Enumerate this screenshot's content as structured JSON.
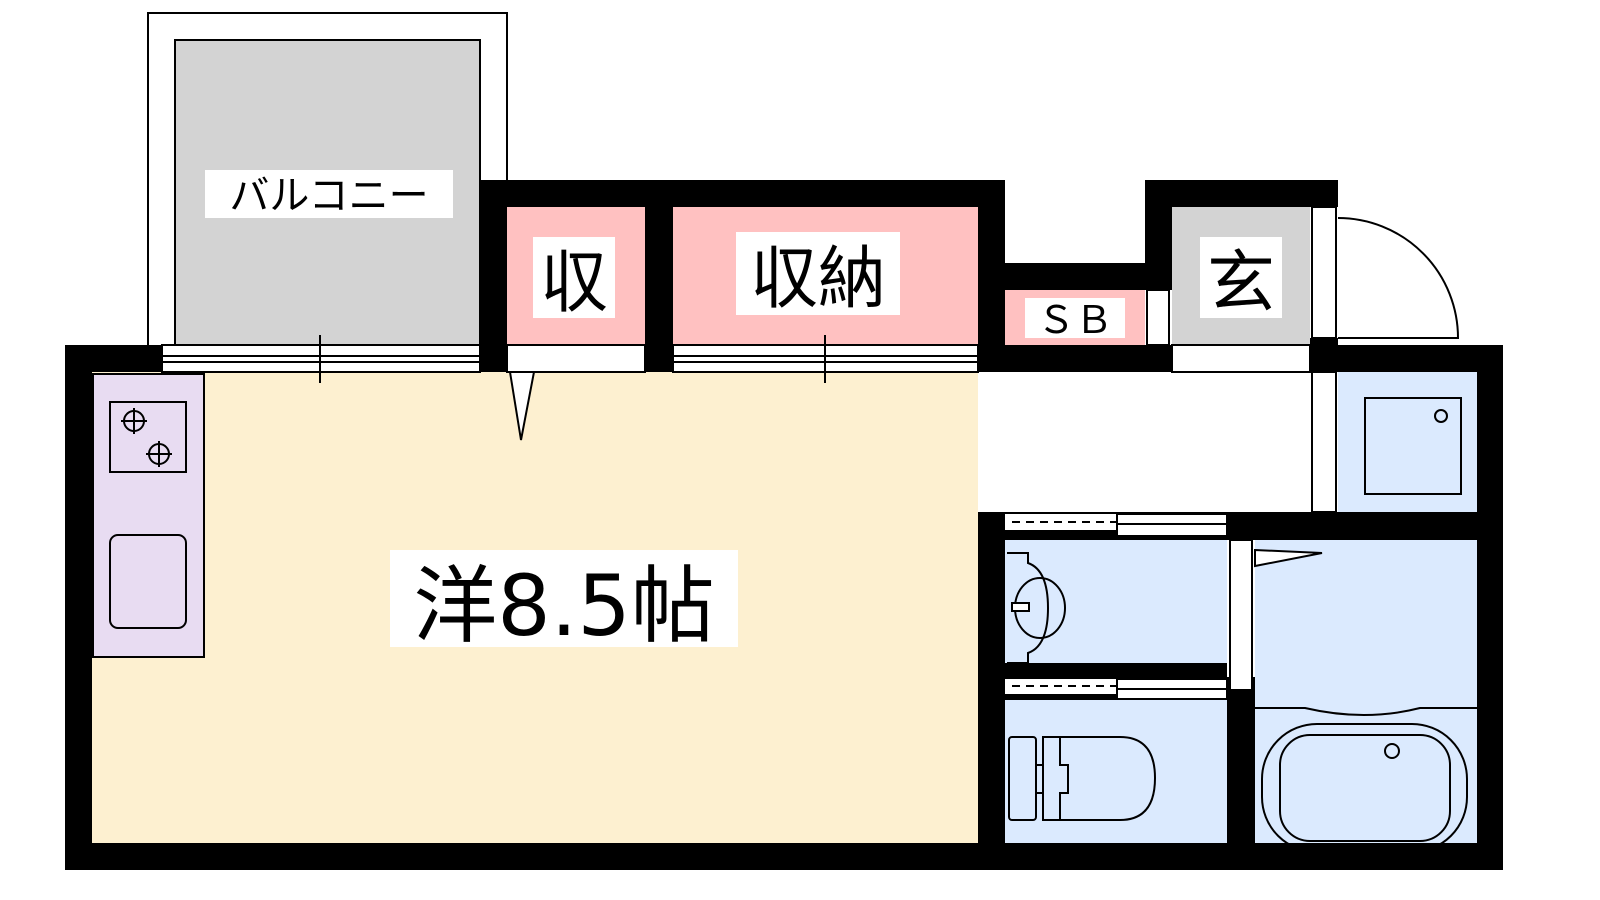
{
  "floorplan": {
    "rooms": {
      "main_room": "洋8.5帖",
      "balcony": "バルコニー",
      "storage_small": "収",
      "storage": "収納",
      "shoe_box": "ＳＢ",
      "entrance": "玄"
    },
    "colors": {
      "room": "#fdf0d0",
      "storage": "#ffc1c1",
      "wet_area": "#dbeafe",
      "kitchen": "#e8dcf2",
      "balcony": "#d3d3d3",
      "wall": "#000000"
    }
  }
}
